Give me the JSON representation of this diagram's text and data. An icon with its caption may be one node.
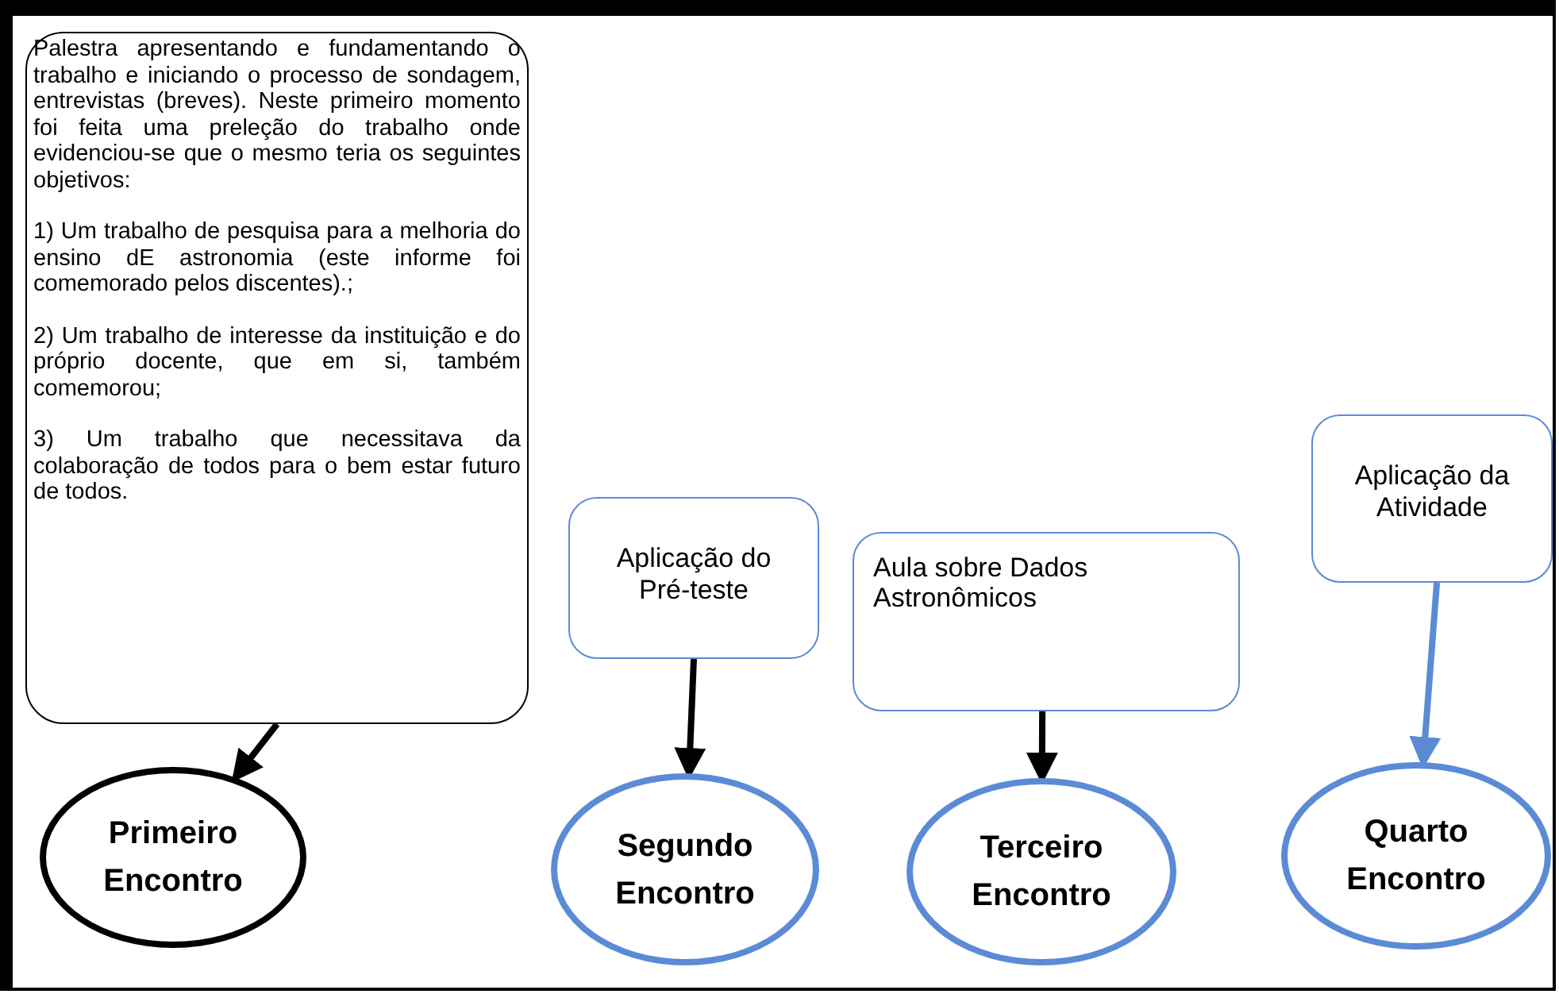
{
  "diagram": {
    "nodes": [
      {
        "text": [
          "Palestra apresentando e fundamentando o trabalho e iniciando o processo de sondagem, entrevistas (breves). Neste primeiro momento foi feita uma preleção do trabalho onde evidenciou-se que o mesmo teria os seguintes objetivos:",
          "1) Um trabalho de pesquisa para a melhoria do ensino dE astronomia (este informe foi comemorado pelos discentes).;",
          "2) Um trabalho de interesse da instituição e do próprio docente, que em si, também comemorou;",
          "3) Um trabalho que necessitava da colaboração de todos para o bem estar futuro de todos."
        ]
      },
      {
        "text": [
          "Primeiro Encontro"
        ]
      },
      {
        "text": [
          "Aplicação do Pré-teste"
        ]
      },
      {
        "text": [
          "Segundo Encontro"
        ]
      },
      {
        "text": [
          "Aula sobre Dados Astronômicos"
        ]
      },
      {
        "text": [
          "Terceiro Encontro"
        ]
      },
      {
        "text": [
          "Aplicação da Atividade"
        ]
      },
      {
        "text": [
          "Quarto Encontro"
        ]
      }
    ],
    "edges": [
      {
        "from": 0,
        "to": 1,
        "arrow": "to"
      },
      {
        "from": 2,
        "to": 3,
        "arrow": "to"
      },
      {
        "from": 4,
        "to": 5,
        "arrow": "to"
      },
      {
        "from": 6,
        "to": 7,
        "arrow": "to",
        "color": "#5b8bd5"
      }
    ]
  }
}
